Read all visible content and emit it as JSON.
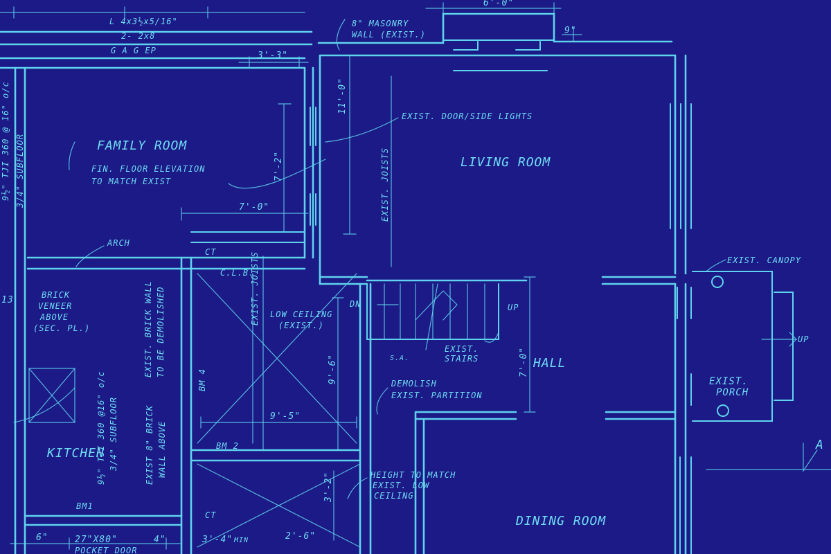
{
  "colors": {
    "background": "#1c1a86",
    "ink": "#5fd3ee"
  },
  "rooms": {
    "family_room": "FAMILY ROOM",
    "living_room": "LIVING ROOM",
    "kitchen": "KITCHEN",
    "hall": "HALL",
    "dining_room": "DINING ROOM",
    "porch": [
      "EXIST.",
      "PORCH"
    ]
  },
  "notes": {
    "header_lintel": "L 4x3½x5/16\"",
    "header_beam": "2- 2x8",
    "header_spec": "G A G  EP",
    "masonry_wall": [
      "8\" MASONRY",
      "WALL (EXIST.)"
    ],
    "door_sidelights": "EXIST. DOOR/SIDE LIGHTS",
    "floor_elevation": [
      "FIN. FLOOR ELEVATION",
      "TO MATCH EXIST"
    ],
    "joists_living": "EXIST. JOISTS",
    "joists_stair": "EXIST. JOISTS",
    "arch": "ARCH",
    "clb": "C.L.B.",
    "ct_upper": "CT",
    "ct_lower": "CT",
    "low_ceiling": [
      "LOW CEILING",
      "(EXIST.)"
    ],
    "dn": "DN",
    "up_stair": "UP",
    "exist_stairs": [
      "EXIST.",
      "STAIRS"
    ],
    "sa": "S.A.",
    "demolish": [
      "DEMOLISH",
      "EXIST. PARTITION"
    ],
    "brick_veneer": [
      "BRICK",
      "VENEER",
      "ABOVE",
      "(SEC. PL.)"
    ],
    "tji_left": "9½\" TJI 360 @ 16\" o/c",
    "subfloor_left": "3/4\" SUBFLOOR",
    "tji_kitchen": "9½\" TJI 360 @16\" o/c",
    "subfloor_kitchen": "3/4\" SUBFLOOR",
    "brick_wall_demo": [
      "EXIST. BRICK WALL",
      "TO BE DEMOLISHED"
    ],
    "brick_wall_above": [
      "EXIST 8\" BRICK",
      "WALL ABOVE"
    ],
    "bm4": "BM 4",
    "bm2": "BM 2",
    "bm1": "BM1",
    "ceiling_match": [
      "HEIGHT TO MATCH",
      "EXIST. LOW",
      "CEILING"
    ],
    "canopy": "EXIST. CANOPY",
    "up_porch": "UP",
    "section_a": "A",
    "dim_9in": "9\"",
    "dim_6ft": "6'-0\"",
    "dim_33": "3'-3\"",
    "dim_11": "11'-0\"",
    "dim_72": "7'-2\"",
    "dim_70": "7'-0\"",
    "dim_96": "9'-6\"",
    "dim_95": "9'-5\"",
    "dim_70_hall": "7'-0\"",
    "dim_32": "3'-2\"",
    "dim_door": "27\"X80\"",
    "pocket_door": "POCKET DOOR",
    "dim_4in": "4\"",
    "dim_34": "3'-4\"",
    "min": "MIN",
    "dim_26": "2'-6\"",
    "dim_6in": "6\"",
    "dim_13": "13"
  }
}
